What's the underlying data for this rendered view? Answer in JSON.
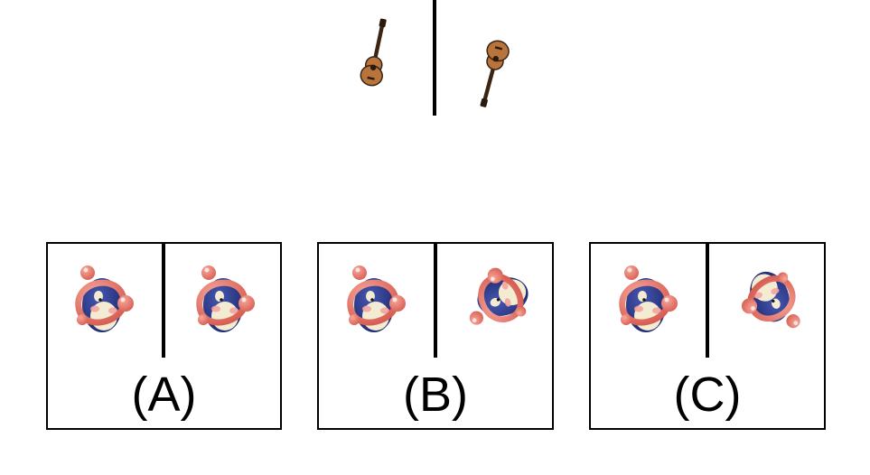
{
  "colors": {
    "ink": "#000000",
    "guitar_body": "#b8743a",
    "guitar_dark": "#3a2414",
    "figure_body": "#2f3d8f",
    "figure_face": "#f3ecd2",
    "figure_ring": "#e8776a",
    "figure_cheek": "#f4a3a0"
  },
  "reference": {
    "left_object": "guitar-icon",
    "right_object": "guitar-icon"
  },
  "options": [
    {
      "label": "(A)",
      "left_object": "toy-figure-icon",
      "right_object": "toy-figure-icon"
    },
    {
      "label": "(B)",
      "left_object": "toy-figure-icon",
      "right_object": "toy-figure-icon"
    },
    {
      "label": "(C)",
      "left_object": "toy-figure-icon",
      "right_object": "toy-figure-icon"
    }
  ]
}
